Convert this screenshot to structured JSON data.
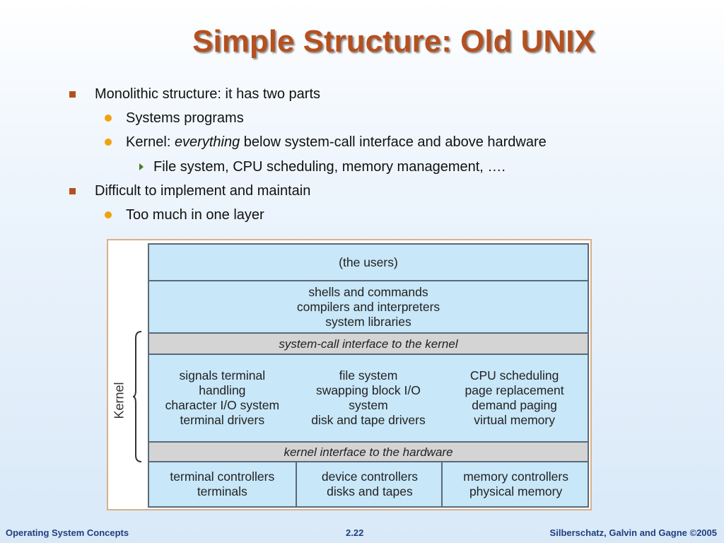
{
  "slide": {
    "title": "Simple Structure: Old UNIX",
    "bullets": [
      {
        "level": 1,
        "text": "Monolithic structure: it has two parts"
      },
      {
        "level": 2,
        "text": "Systems programs"
      },
      {
        "level": 2,
        "prefix": "Kernel: ",
        "emph": "everything",
        "suffix": " below system-call interface and above hardware"
      },
      {
        "level": 3,
        "text": "File system, CPU scheduling, memory management, …."
      },
      {
        "level": 1,
        "text": "Difficult to implement and maintain"
      },
      {
        "level": 2,
        "text": "Too much in one layer"
      }
    ]
  },
  "diagram": {
    "side_label": "Kernel",
    "users": "(the users)",
    "shells": [
      "shells and commands",
      "compilers and interpreters",
      "system libraries"
    ],
    "syscall_interface": "system-call interface to the kernel",
    "kernel_cols": [
      [
        "signals terminal",
        "handling",
        "character I/O system",
        "terminal drivers"
      ],
      [
        "file system",
        "swapping block I/O",
        "system",
        "disk and tape drivers"
      ],
      [
        "CPU scheduling",
        "page replacement",
        "demand paging",
        "virtual memory"
      ]
    ],
    "hw_interface": "kernel interface to the hardware",
    "hw_cols": [
      [
        "terminal controllers",
        "terminals"
      ],
      [
        "device controllers",
        "disks and tapes"
      ],
      [
        "memory controllers",
        "physical memory"
      ]
    ]
  },
  "footer": {
    "left": "Operating System Concepts",
    "center": "2.22",
    "right": "Silberschatz, Galvin and Gagne ©2005"
  },
  "colors": {
    "title": "#b5501f",
    "footer": "#1f3f7f",
    "bullet_square": "#b5501f",
    "bullet_dot": "#f2a10d",
    "bullet_arrow": "#4a7a1a"
  }
}
